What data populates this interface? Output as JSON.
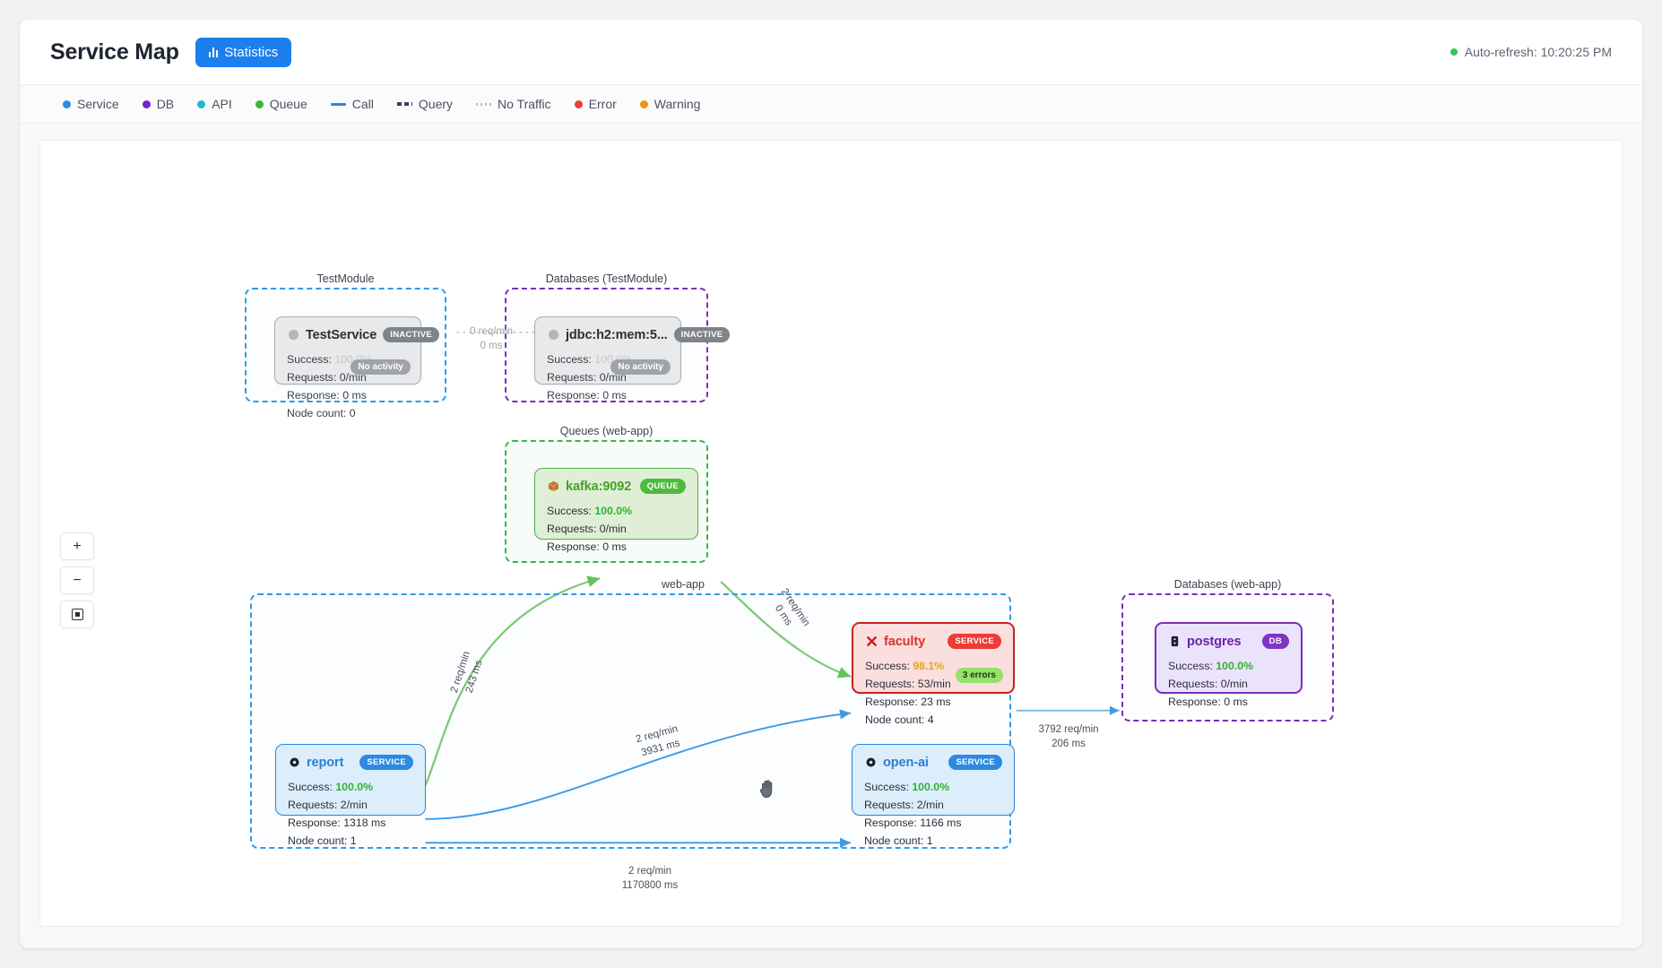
{
  "header": {
    "title": "Service Map",
    "statistics_button": "Statistics",
    "statistics_icon": "bar-chart-icon",
    "auto_refresh": "Auto-refresh: 10:20:25 PM",
    "auto_refresh_dot_color": "#35c759"
  },
  "legend": [
    {
      "label": "Service",
      "marker": "dot",
      "color": "#2d8ae0"
    },
    {
      "label": "DB",
      "marker": "dot",
      "color": "#7a1fd0"
    },
    {
      "label": "API",
      "marker": "dot",
      "color": "#18bdc8"
    },
    {
      "label": "Queue",
      "marker": "dot",
      "color": "#3bb82f"
    },
    {
      "label": "Call",
      "marker": "line",
      "color": "#2f86d6"
    },
    {
      "label": "Query",
      "marker": "dash",
      "color": "#3a3f55"
    },
    {
      "label": "No Traffic",
      "marker": "dots",
      "color": "#b6bcc6"
    },
    {
      "label": "Error",
      "marker": "dot",
      "color": "#ef3b36"
    },
    {
      "label": "Warning",
      "marker": "dot",
      "color": "#f0920e"
    }
  ],
  "zoom_controls": [
    {
      "name": "zoom-in",
      "label": "+"
    },
    {
      "name": "zoom-out",
      "label": "−"
    },
    {
      "name": "fit-view",
      "label": ""
    }
  ],
  "groups": [
    {
      "id": "testmodule",
      "label": "TestModule"
    },
    {
      "id": "db-testmodule",
      "label": "Databases (TestModule)"
    },
    {
      "id": "queues-webapp",
      "label": "Queues (web-app)"
    },
    {
      "id": "webapp",
      "label": "web-app"
    },
    {
      "id": "db-webapp",
      "label": "Databases (web-app)"
    }
  ],
  "nodes": {
    "testservice": {
      "title": "TestService",
      "icon": "circle-icon",
      "badge": "INACTIVE",
      "success_label": "Success:",
      "success_value": "100.0%",
      "requests_label": "Requests:",
      "requests_value": "0/min",
      "response_label": "Response:",
      "response_value": "0 ms",
      "nodecount_label": "Node count:",
      "nodecount_value": "0",
      "pill": "No activity"
    },
    "jdbc": {
      "title": "jdbc:h2:mem:5...",
      "icon": "circle-icon",
      "badge": "INACTIVE",
      "success_label": "Success:",
      "success_value": "100.0%",
      "requests_label": "Requests:",
      "requests_value": "0/min",
      "response_label": "Response:",
      "response_value": "0 ms",
      "pill": "No activity"
    },
    "kafka": {
      "title": "kafka:9092",
      "icon": "package-icon",
      "badge": "QUEUE",
      "success_label": "Success:",
      "success_value": "100.0%",
      "requests_label": "Requests:",
      "requests_value": "0/min",
      "response_label": "Response:",
      "response_value": "0 ms"
    },
    "faculty": {
      "title": "faculty",
      "icon": "x-mark-icon",
      "badge": "SERVICE",
      "success_label": "Success:",
      "success_value": "98.1%",
      "requests_label": "Requests:",
      "requests_value": "53/min",
      "response_label": "Response:",
      "response_value": "23 ms",
      "nodecount_label": "Node count:",
      "nodecount_value": "4",
      "pill": "3 errors"
    },
    "postgres": {
      "title": "postgres",
      "icon": "database-icon",
      "badge": "DB",
      "success_label": "Success:",
      "success_value": "100.0%",
      "requests_label": "Requests:",
      "requests_value": "0/min",
      "response_label": "Response:",
      "response_value": "0 ms"
    },
    "report": {
      "title": "report",
      "icon": "gear-icon",
      "badge": "SERVICE",
      "success_label": "Success:",
      "success_value": "100.0%",
      "requests_label": "Requests:",
      "requests_value": "2/min",
      "response_label": "Response:",
      "response_value": "1318 ms",
      "nodecount_label": "Node count:",
      "nodecount_value": "1"
    },
    "openai": {
      "title": "open-ai",
      "icon": "gear-icon",
      "badge": "SERVICE",
      "success_label": "Success:",
      "success_value": "100.0%",
      "requests_label": "Requests:",
      "requests_value": "2/min",
      "response_label": "Response:",
      "response_value": "1166 ms",
      "nodecount_label": "Node count:",
      "nodecount_value": "1"
    }
  },
  "edges": [
    {
      "id": "testservice-jdbc",
      "rate": "0 req/min",
      "latency": "0 ms",
      "style": "no-traffic"
    },
    {
      "id": "report-kafka",
      "rate": "2 req/min",
      "latency": "243 ms",
      "style": "queue"
    },
    {
      "id": "kafka-faculty",
      "rate": "2 req/min",
      "latency": "0 ms",
      "style": "queue"
    },
    {
      "id": "report-faculty",
      "rate": "2 req/min",
      "latency": "3931 ms",
      "style": "call"
    },
    {
      "id": "report-openai",
      "rate": "2 req/min",
      "latency": "1170800 ms",
      "style": "call"
    },
    {
      "id": "faculty-postgres",
      "rate": "3792 req/min",
      "latency": "206 ms",
      "style": "call"
    }
  ]
}
